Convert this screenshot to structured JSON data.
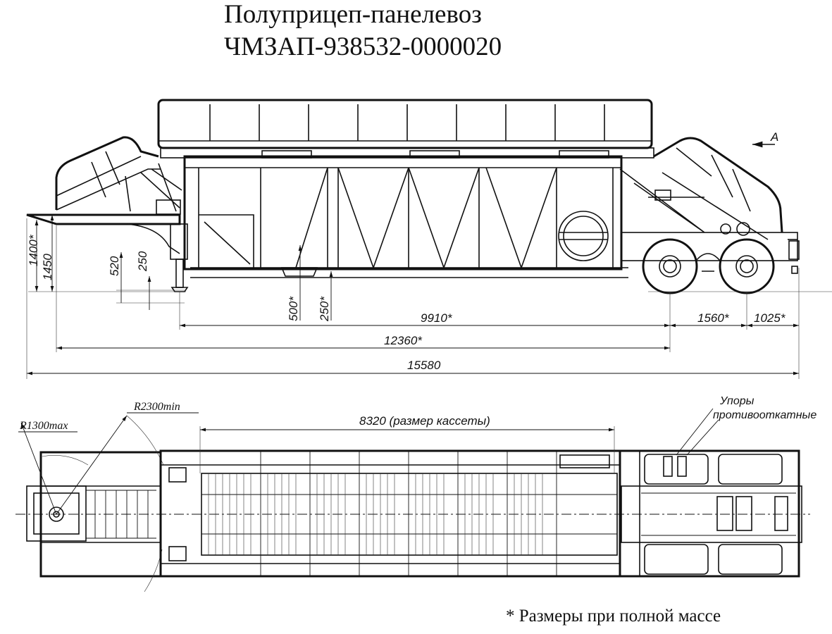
{
  "title": {
    "line1": "Полуприцеп-панелевоз",
    "line2": "ЧМЗАП-938532-0000020"
  },
  "view_marker": "A",
  "side_view_dimensions": {
    "height_1400": "1400*",
    "height_1450": "1450",
    "height_520": "520",
    "height_250": "250",
    "height_500": "500*",
    "height_250b": "250*",
    "length_9910": "9910*",
    "length_1560": "1560*",
    "length_1025": "1025*",
    "length_12360": "12360*",
    "length_15580": "15580"
  },
  "top_view_dimensions": {
    "radius_max": "R1300max",
    "radius_min": "R2300min",
    "cassette": "8320 (размер кассеты)"
  },
  "callout": {
    "line1": "Упоры",
    "line2": "противооткатные"
  },
  "footnote": "* Размеры при полной массе"
}
